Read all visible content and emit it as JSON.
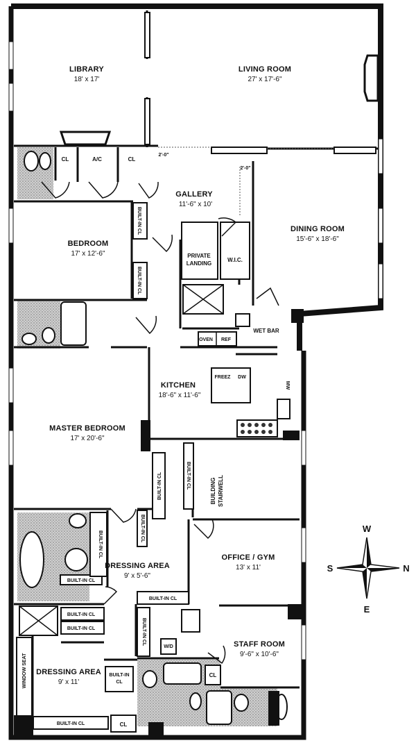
{
  "rooms": {
    "library": {
      "name": "LIBRARY",
      "dim": "18' x 17'"
    },
    "living_room": {
      "name": "LIVING ROOM",
      "dim": "27' x 17'-6\""
    },
    "gallery": {
      "name": "GALLERY",
      "dim": "11'-6\" x 10'"
    },
    "dining_room": {
      "name": "DINING ROOM",
      "dim": "15'-6\" x 18'-6\""
    },
    "bedroom": {
      "name": "BEDROOM",
      "dim": "17' x 12'-6\""
    },
    "kitchen": {
      "name": "KITCHEN",
      "dim": "18'-6\" x 11'-6\""
    },
    "master_bedroom": {
      "name": "MASTER BEDROOM",
      "dim": "17' x 20'-6\""
    },
    "office_gym": {
      "name": "OFFICE / GYM",
      "dim": "13' x 11'"
    },
    "dressing_area_upper": {
      "name": "DRESSING AREA",
      "dim": "9' x 5'-6\""
    },
    "staff_room": {
      "name": "STAFF ROOM",
      "dim": "9'-6\" x 10'-6\""
    },
    "dressing_area_lower": {
      "name": "DRESSING AREA",
      "dim": "9' x 11'"
    }
  },
  "labels": {
    "cl": "CL",
    "ac": "A/C",
    "wic": "W.I.C.",
    "private": "PRIVATE",
    "landing": "LANDING",
    "built_in_cl": "BUILT-IN CL",
    "built_in": "BUILT-IN",
    "wet_bar": "WET BAR",
    "oven": "OVEN",
    "ref": "REF",
    "freez": "FREEZ",
    "dw": "DW",
    "mw": "MW",
    "building": "BUILDING",
    "stairwell": "STAIRWELL",
    "window_seat": "WINDOW SEAT",
    "wd": "W/D",
    "two_ft": "2'-0\""
  },
  "compass": {
    "n": "N",
    "s": "S",
    "e": "E",
    "w": "W"
  }
}
